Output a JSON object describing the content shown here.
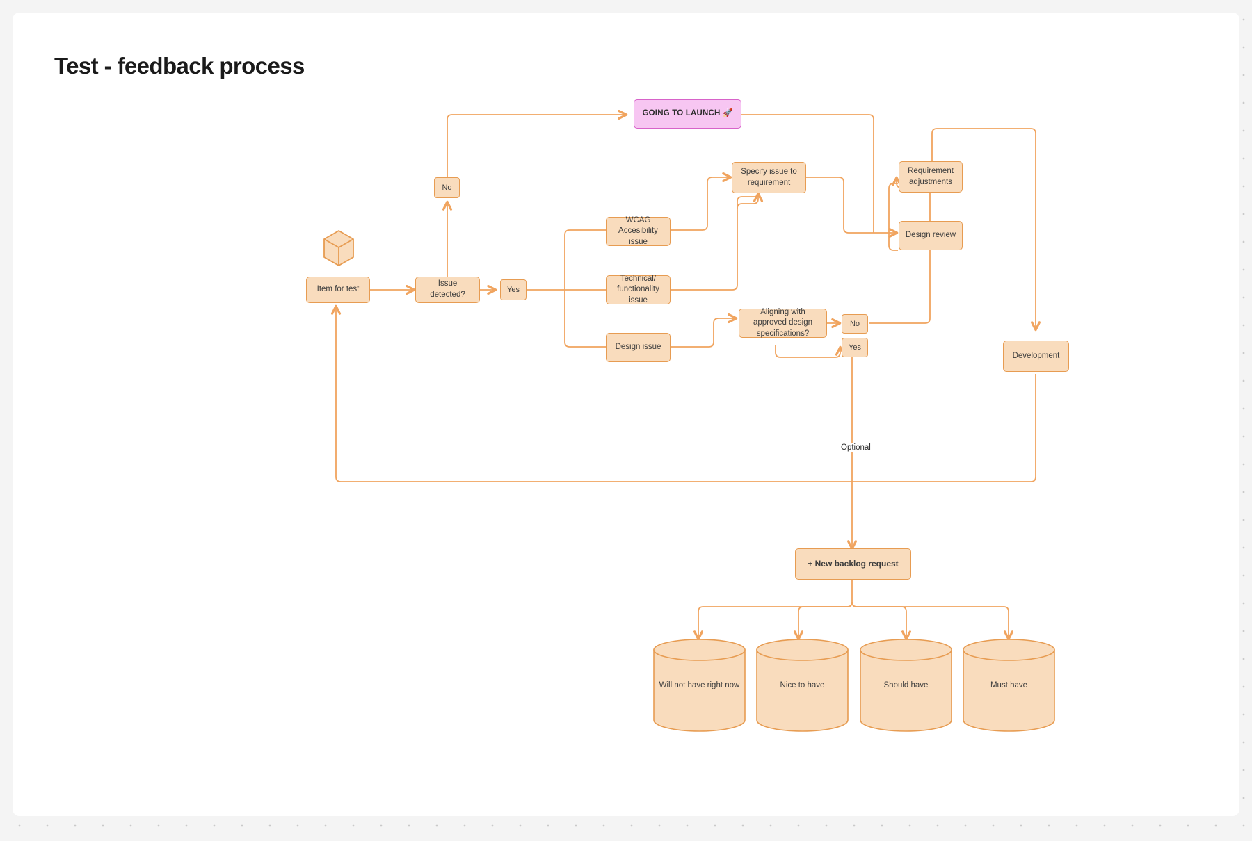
{
  "board": {
    "title": "Test - feedback process",
    "background": "#f4f4f4",
    "surface": "#ffffff"
  },
  "palette": {
    "node_fill": "#f9dcbd",
    "node_stroke": "#e79c52",
    "connector": "#f0a45f",
    "launch_fill": "#f7c6f2",
    "launch_stroke": "#d763c9",
    "text": "#3d3d3d"
  },
  "icons": {
    "cube": "cube-icon",
    "rocket": "🚀"
  },
  "nodes": {
    "item_for_test": "Item for test",
    "issue_detected": "Issue detected?",
    "no_top": "No",
    "yes_branch": "Yes",
    "going_to_launch": "GOING TO LAUNCH 🚀",
    "wcag_issue": "WCAG Accesibility issue",
    "technical_issue": "Technical/ functionality issue",
    "design_issue": "Design issue",
    "specify_issue": "Specify issue to requirement",
    "aligning_specs": "Aligning with approved design specifications?",
    "align_no": "No",
    "align_yes": "Yes",
    "requirement_adjustments": "Requirement adjustments",
    "design_review": "Design review",
    "development": "Development",
    "new_backlog_request": "+ New backlog request"
  },
  "edge_labels": {
    "optional": "Optional"
  },
  "buckets": [
    {
      "label": "Will not have right now"
    },
    {
      "label": "Nice to have"
    },
    {
      "label": "Should have"
    },
    {
      "label": "Must have"
    }
  ]
}
